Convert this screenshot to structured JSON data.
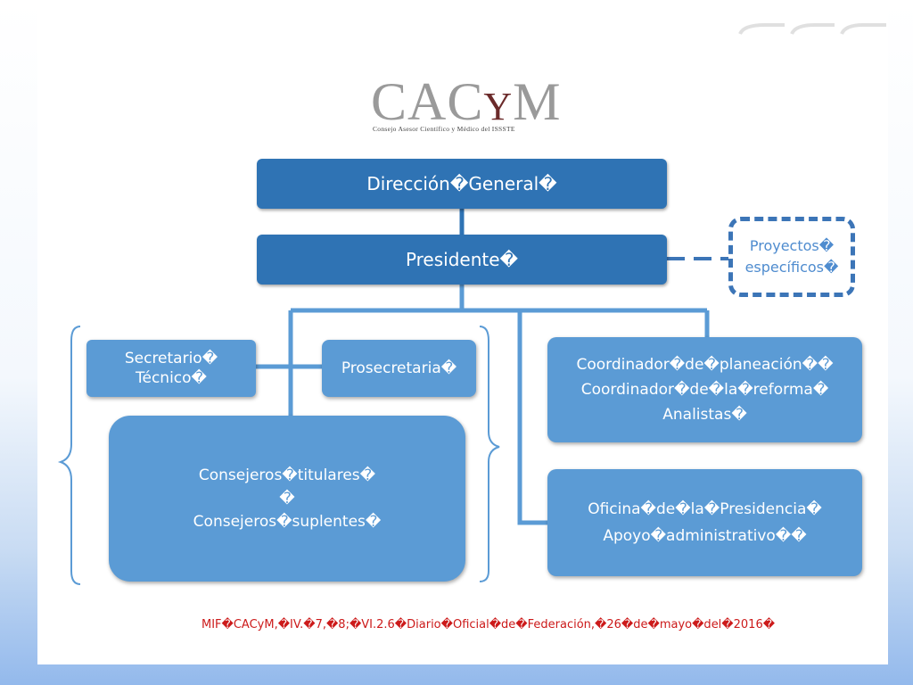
{
  "logo": {
    "title_main": "CACyM",
    "title_pre": "CAC",
    "title_y": "Y",
    "title_post": "M",
    "subtitle": "Consejo Asesor Científico y Médico del ISSSTE"
  },
  "nodes": {
    "direccion_general": "Dirección�General�",
    "presidente": "Presidente�",
    "proyectos": [
      "Proyectos�",
      "específicos�"
    ],
    "secretario": [
      "Secretario�",
      "Técnico�"
    ],
    "prosecretaria": "Prosecretaria�",
    "consejeros": [
      "Consejeros�titulares�",
      "�",
      "Consejeros�suplentes�"
    ],
    "coordinacion": [
      "Coordinador�de�planeación��",
      "Coordinador�de�la�reforma�",
      "Analistas�"
    ],
    "oficina": [
      "Oficina�de�la�Presidencia�",
      "Apoyo�administrativo��"
    ]
  },
  "footnote": "MIF�CACyM,�IV.�7,�8;�VI.2.6�Diario�Oficial�de�Federación,�26�de�mayo�del�2016�",
  "colors": {
    "dark_box": "#2f73b4",
    "light_box": "#5b9bd5",
    "connector": "#5b9bd5",
    "dashed": "#3c75b7",
    "footnote": "#cc1a1a"
  }
}
